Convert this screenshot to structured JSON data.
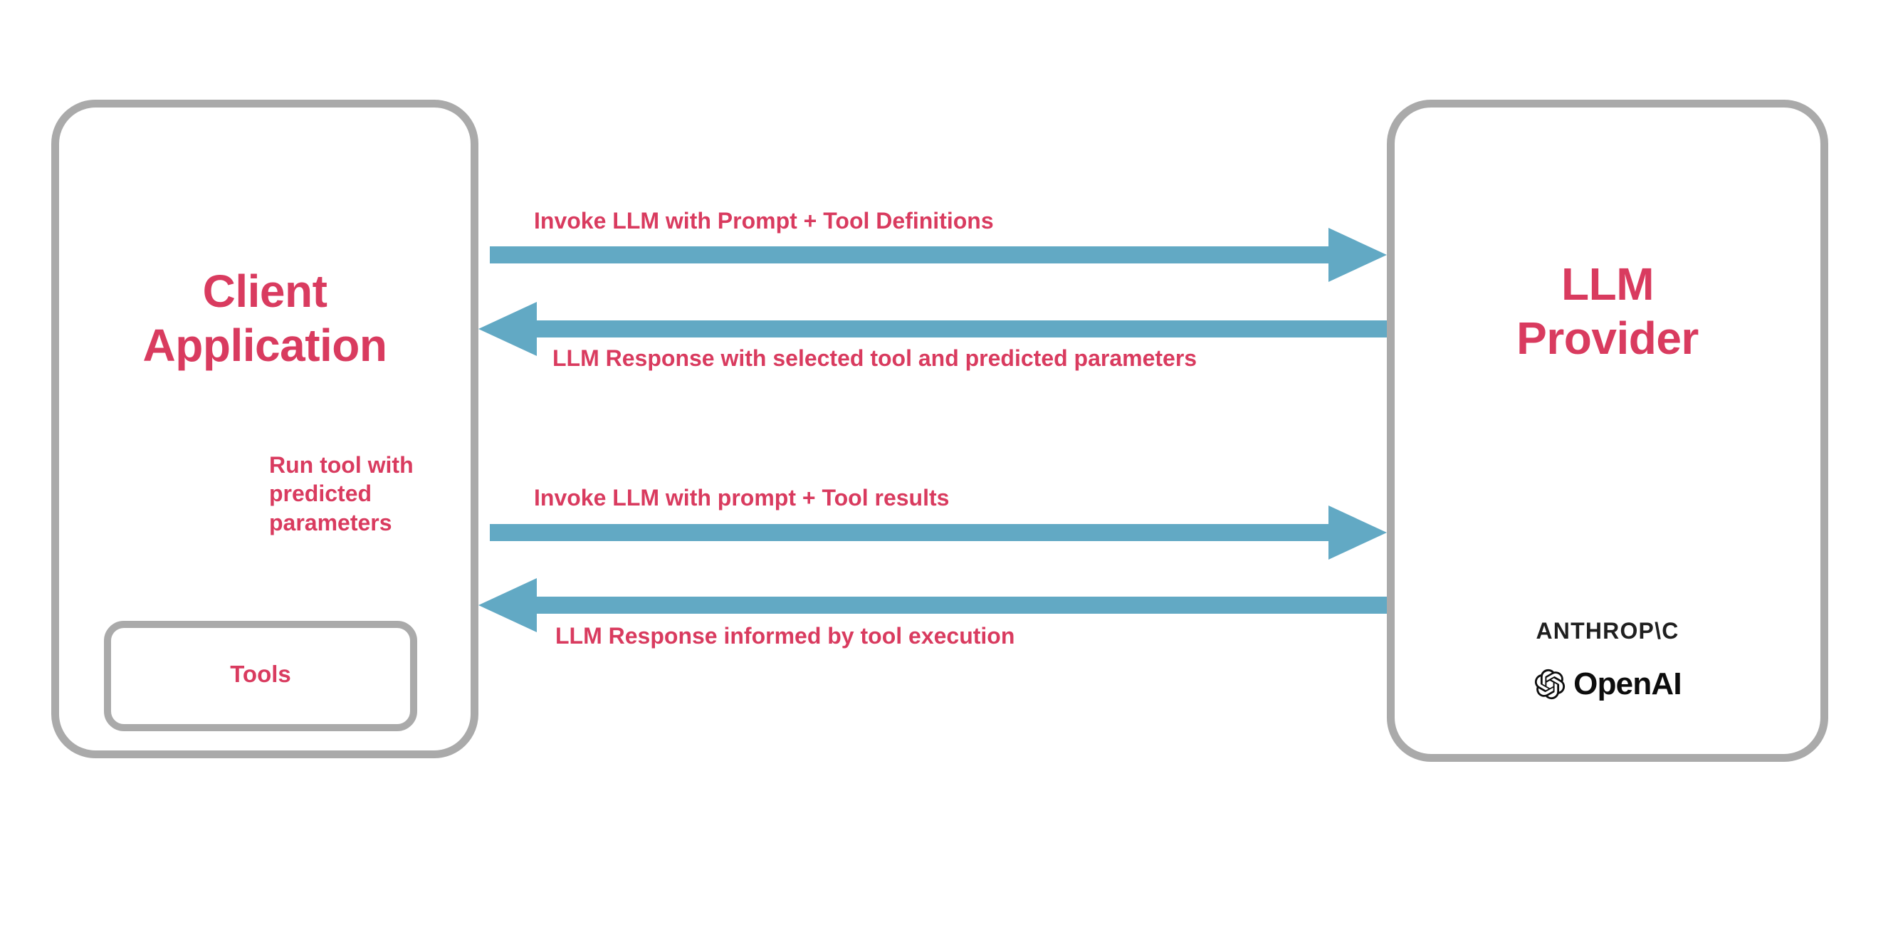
{
  "diagram": {
    "title": "LLM tool-calling sequence between client application and LLM provider",
    "colors": {
      "accent_text": "#d93b5f",
      "arrow": "#62a9c4",
      "box_border": "#aaaaaa",
      "background": "#ffffff",
      "logo_text": "#1f1f1f"
    }
  },
  "nodes": {
    "client": {
      "title": "Client\nApplication",
      "inner": {
        "tools_label": "Tools"
      }
    },
    "provider": {
      "title": "LLM\nProvider",
      "vendors": [
        {
          "name": "anthropic",
          "label": "ANTHROP\\C"
        },
        {
          "name": "openai",
          "label": "OpenAI"
        }
      ]
    }
  },
  "edges": [
    {
      "id": "a1",
      "label": "Invoke LLM with Prompt + Tool Definitions",
      "direction": "right",
      "from": "client",
      "to": "provider"
    },
    {
      "id": "a2",
      "label": "LLM Response with selected tool and predicted parameters",
      "direction": "left",
      "from": "provider",
      "to": "client"
    },
    {
      "id": "a3",
      "label": "Invoke LLM with prompt + Tool results",
      "direction": "right",
      "from": "client",
      "to": "provider"
    },
    {
      "id": "a4",
      "label": "LLM Response informed by tool execution",
      "direction": "left",
      "from": "provider",
      "to": "client"
    },
    {
      "id": "v1",
      "label": "Run tool with\npredicted\nparameters",
      "direction": "down",
      "from": "client",
      "to": "tools"
    }
  ]
}
